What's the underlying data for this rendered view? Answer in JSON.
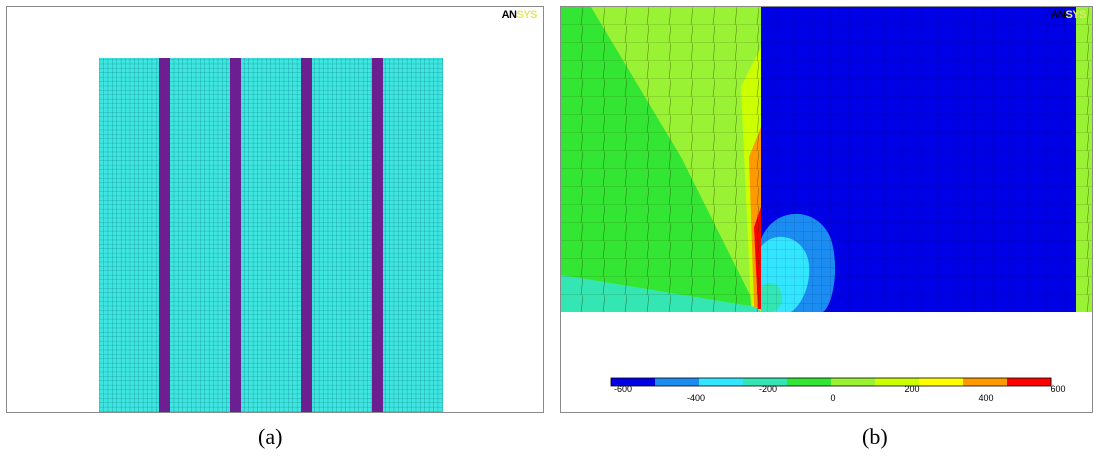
{
  "panel_a": {
    "logo_text": "AN",
    "logo_tail": "SYS",
    "caption": "(a)",
    "mesh_color": "#3fe6df",
    "line_color": "#0d7f8a",
    "strip_color": "#6b1f91"
  },
  "panel_b": {
    "logo_text": "AN",
    "logo_tail": "SYS",
    "caption": "(b)",
    "legend": {
      "colors": [
        "#0000e6",
        "#1a8cf2",
        "#33e6ff",
        "#33e6b3",
        "#33e633",
        "#99f233",
        "#ccff00",
        "#ffff00",
        "#ff9900",
        "#ff0000"
      ],
      "tick_labels": [
        "-600",
        "-400",
        "-200",
        "0",
        "200",
        "400",
        "600"
      ]
    }
  }
}
